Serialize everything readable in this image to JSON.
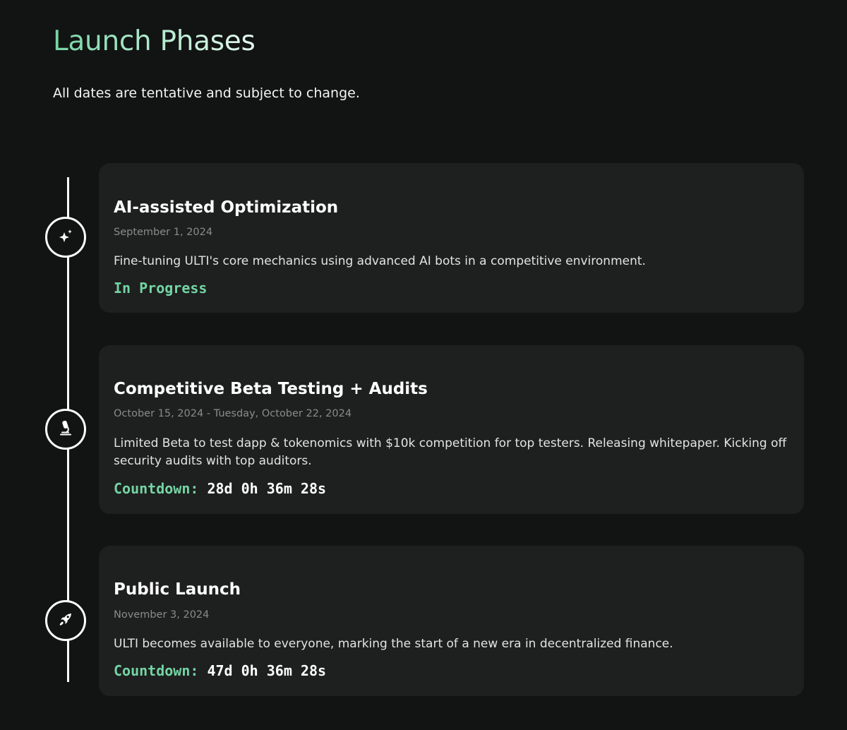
{
  "header": {
    "title": "Launch Phases",
    "subtitle": "All dates are tentative and subject to change."
  },
  "colors": {
    "accent": "#74d4a4",
    "background": "#121313",
    "card": "#1e1f1f"
  },
  "phases": [
    {
      "icon": "sparkles-icon",
      "title": "AI-assisted Optimization",
      "date": "September 1, 2024",
      "description": "Fine-tuning ULTI's core mechanics using advanced AI bots in a competitive environment.",
      "status_label": "In Progress",
      "status_value": ""
    },
    {
      "icon": "microscope-icon",
      "title": "Competitive Beta Testing + Audits",
      "date": "October 15, 2024 - Tuesday, October 22, 2024",
      "description": "Limited Beta to test dapp & tokenomics with $10k competition for top testers. Releasing whitepaper. Kicking off security audits with top auditors.",
      "status_label": "Countdown:",
      "status_value": "28d 0h 36m 28s"
    },
    {
      "icon": "rocket-icon",
      "title": "Public Launch",
      "date": "November 3, 2024",
      "description": "ULTI becomes available to everyone, marking the start of a new era in decentralized finance.",
      "status_label": "Countdown:",
      "status_value": "47d 0h 36m 28s"
    }
  ]
}
